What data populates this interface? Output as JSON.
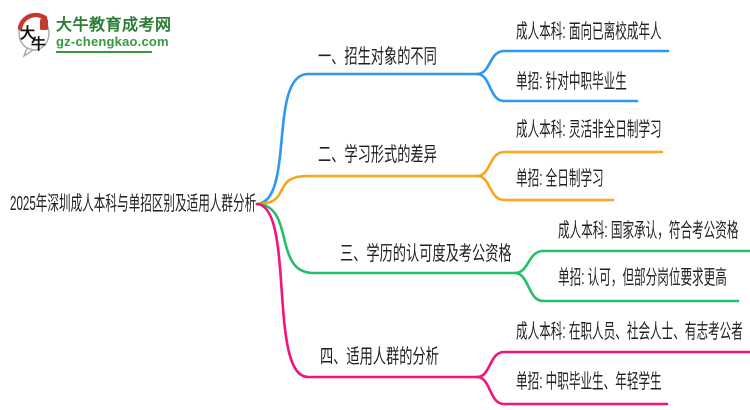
{
  "logo": {
    "mark_char_1": "大",
    "mark_char_2": "牛",
    "site_name": "大牛教育成考网",
    "site_domain": "gz-chengkao.com",
    "brand_green_dark": "#2d7c36",
    "brand_green": "#379a40",
    "seal_red": "#c53a2c",
    "bubble_stroke": "#a9a9a9"
  },
  "mindmap": {
    "root": "2025年深圳成人本科与单招区别及适用人群分析",
    "branches": [
      {
        "label": "一、招生对象的不同",
        "color": "#2e96f3",
        "children": [
          "成人本科: 面向已离校成年人",
          "单招: 针对中职毕业生"
        ]
      },
      {
        "label": "二、学习形式的差异",
        "color": "#faa61a",
        "children": [
          "成人本科: 灵活非全日制学习",
          "单招: 全日制学习"
        ]
      },
      {
        "label": "三、学历的认可度及考公资格",
        "color": "#22c069",
        "children": [
          "成人本科: 国家承认，符合考公资格",
          "单招: 认可，但部分岗位要求更高"
        ]
      },
      {
        "label": "四、适用人群的分析",
        "color": "#f2137b",
        "children": [
          "成人本科: 在职人员、社会人士、有志考公者",
          "单招: 中职毕业生、年轻学生"
        ]
      }
    ]
  }
}
